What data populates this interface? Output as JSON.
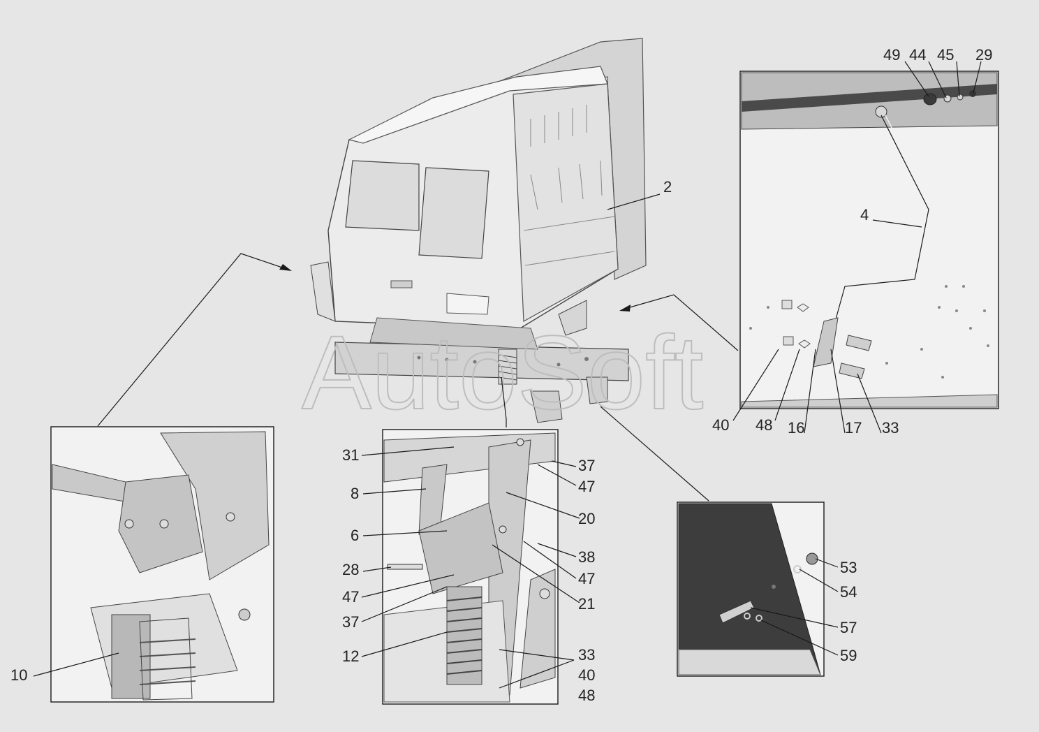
{
  "watermark": "AutoSoft",
  "callouts": {
    "c2": "2",
    "c4": "4",
    "c49": "49",
    "c44": "44",
    "c45": "45",
    "c29": "29",
    "c40a": "40",
    "c48a": "48",
    "c16": "16",
    "c17": "17",
    "c33a": "33",
    "c31": "31",
    "c8": "8",
    "c6": "6",
    "c28": "28",
    "c47a": "47",
    "c37a": "37",
    "c12": "12",
    "c37b": "37",
    "c47b": "47",
    "c20": "20",
    "c38": "38",
    "c47c": "47",
    "c21": "21",
    "c33b": "33",
    "c40b": "40",
    "c48b": "48",
    "c10": "10",
    "c53": "53",
    "c54": "54",
    "c57": "57",
    "c59": "59"
  }
}
